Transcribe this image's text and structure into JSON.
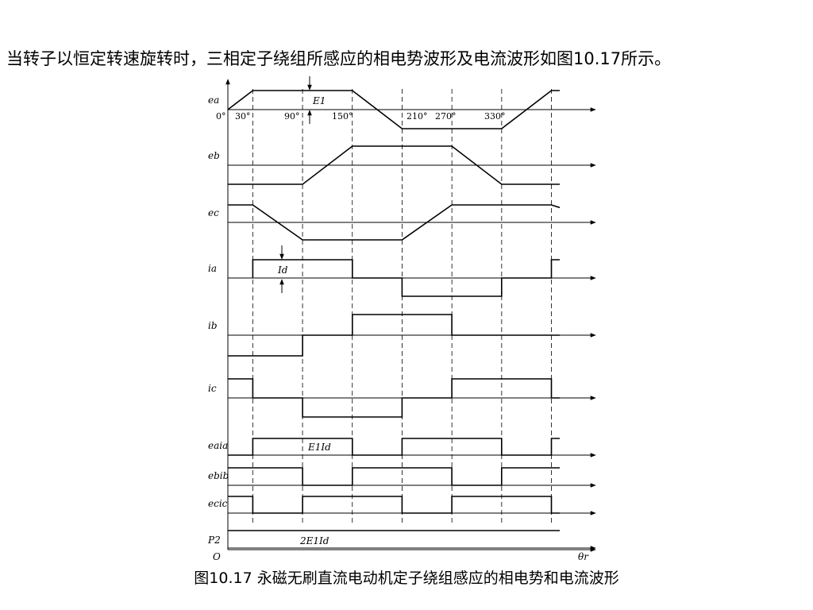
{
  "intro_text": "当转子以恒定转速旋转时，三相定子绕组所感应的相电势波形及电流波形如图10.17所示。",
  "caption": "图10.17  永磁无刷直流电动机定子绕组感应的相电势和电流波形",
  "angle_labels": [
    "0°",
    "30°",
    "90°",
    "150°",
    "210°",
    "270°",
    "330°"
  ],
  "annotations": {
    "E1": "E1",
    "Id": "Id",
    "E1Id": "E1Id",
    "twoE1Id": "2E1Id"
  },
  "origin_label": "O",
  "theta_label": "θr",
  "rows": [
    {
      "id": "ea",
      "label": "ea",
      "kind": "trap",
      "points": [
        [
          0,
          0
        ],
        [
          30,
          1
        ],
        [
          150,
          1
        ],
        [
          210,
          -1
        ],
        [
          330,
          -1
        ],
        [
          360,
          0
        ],
        [
          390,
          1
        ],
        [
          400,
          1
        ]
      ]
    },
    {
      "id": "eb",
      "label": "eb",
      "kind": "trap",
      "points": [
        [
          0,
          -1
        ],
        [
          90,
          -1
        ],
        [
          150,
          1
        ],
        [
          270,
          1
        ],
        [
          330,
          -1
        ],
        [
          400,
          -1
        ]
      ]
    },
    {
      "id": "ec",
      "label": "ec",
      "kind": "trap",
      "points": [
        [
          0,
          1
        ],
        [
          30,
          1
        ],
        [
          90,
          -1
        ],
        [
          210,
          -1
        ],
        [
          270,
          1
        ],
        [
          390,
          1
        ],
        [
          400,
          0.85
        ]
      ]
    },
    {
      "id": "ia",
      "label": "ia",
      "kind": "square",
      "points": [
        [
          30,
          0
        ],
        [
          30,
          1
        ],
        [
          150,
          1
        ],
        [
          150,
          0
        ],
        [
          210,
          0
        ],
        [
          210,
          -1
        ],
        [
          330,
          -1
        ],
        [
          330,
          0
        ],
        [
          390,
          0
        ],
        [
          390,
          1
        ],
        [
          400,
          1
        ]
      ]
    },
    {
      "id": "ib",
      "label": "ib",
      "kind": "square",
      "points": [
        [
          0,
          -1
        ],
        [
          90,
          -1
        ],
        [
          90,
          0
        ],
        [
          150,
          0
        ],
        [
          150,
          1
        ],
        [
          270,
          1
        ],
        [
          270,
          0
        ],
        [
          400,
          0
        ]
      ]
    },
    {
      "id": "ic",
      "label": "ic",
      "kind": "square",
      "points": [
        [
          0,
          1
        ],
        [
          30,
          1
        ],
        [
          30,
          0
        ],
        [
          90,
          0
        ],
        [
          90,
          -1
        ],
        [
          210,
          -1
        ],
        [
          210,
          0
        ],
        [
          270,
          0
        ],
        [
          270,
          1
        ],
        [
          390,
          1
        ],
        [
          390,
          0
        ],
        [
          400,
          0
        ]
      ]
    },
    {
      "id": "eaia",
      "label": "eaia",
      "kind": "power",
      "points": [
        [
          0,
          0
        ],
        [
          30,
          0
        ],
        [
          30,
          1
        ],
        [
          150,
          1
        ],
        [
          150,
          0
        ],
        [
          210,
          0
        ],
        [
          210,
          1
        ],
        [
          330,
          1
        ],
        [
          330,
          0
        ],
        [
          390,
          0
        ],
        [
          390,
          1
        ],
        [
          400,
          1
        ]
      ]
    },
    {
      "id": "ebib",
      "label": "ebib",
      "kind": "power",
      "points": [
        [
          0,
          1
        ],
        [
          90,
          1
        ],
        [
          90,
          0
        ],
        [
          150,
          0
        ],
        [
          150,
          1
        ],
        [
          270,
          1
        ],
        [
          270,
          0
        ],
        [
          330,
          0
        ],
        [
          330,
          1
        ],
        [
          400,
          1
        ]
      ]
    },
    {
      "id": "ecic",
      "label": "ecic",
      "kind": "power",
      "points": [
        [
          0,
          1
        ],
        [
          30,
          1
        ],
        [
          30,
          0
        ],
        [
          90,
          0
        ],
        [
          90,
          1
        ],
        [
          210,
          1
        ],
        [
          210,
          0
        ],
        [
          270,
          0
        ],
        [
          270,
          1
        ],
        [
          390,
          1
        ],
        [
          390,
          0
        ],
        [
          400,
          0
        ]
      ]
    },
    {
      "id": "P2",
      "label": "P2",
      "kind": "constant",
      "points": [
        [
          0,
          1
        ],
        [
          400,
          1
        ]
      ]
    }
  ]
}
